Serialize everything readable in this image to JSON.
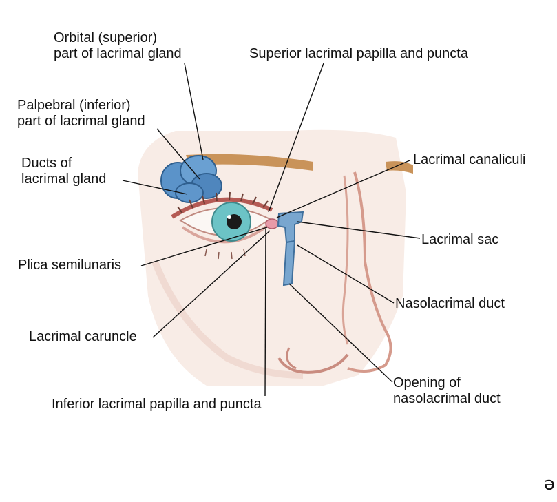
{
  "labels": {
    "orbital_line1": "Orbital (superior)",
    "orbital_line2": "part of lacrimal gland",
    "palpebral_line1": "Palpebral (inferior)",
    "palpebral_line2": "part of lacrimal gland",
    "ducts_line1": "Ducts of",
    "ducts_line2": "lacrimal gland",
    "plica": "Plica semilunaris",
    "caruncle": "Lacrimal caruncle",
    "inferior_papilla": "Inferior lacrimal papilla and puncta",
    "superior_papilla": "Superior lacrimal papilla and puncta",
    "canaliculi": "Lacrimal canaliculi",
    "sac": "Lacrimal sac",
    "nasolacrimal_duct": "Nasolacrimal duct",
    "opening_line1": "Opening of",
    "opening_line2": "nasolacrimal duct"
  },
  "colors": {
    "skin": "#f7e9e2",
    "skin_shadow": "#e8c9bd",
    "gland_blue": "#5b93c9",
    "duct_blue": "#79a6cf",
    "iris": "#6cc3c6",
    "brow": "#c9935a",
    "leader": "#111111"
  }
}
